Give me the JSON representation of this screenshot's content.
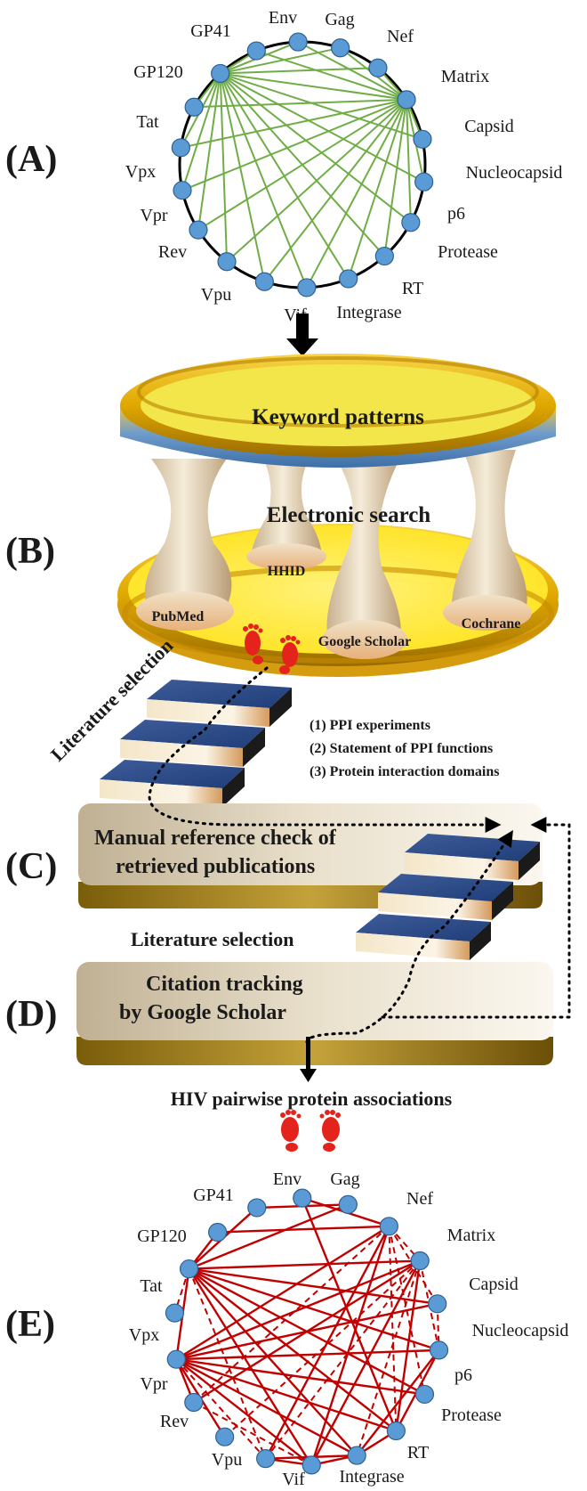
{
  "section_labels": {
    "a": "(A)",
    "b": "(B)",
    "c": "(C)",
    "d": "(D)",
    "e": "(E)"
  },
  "proteins": [
    "Gag",
    "Nef",
    "Matrix",
    "Capsid",
    "Nucleocapsid",
    "p6",
    "Protease",
    "RT",
    "Integrase",
    "Vif",
    "Vpu",
    "Rev",
    "Vpr",
    "Vpx",
    "Tat",
    "GP120",
    "GP41",
    "Env"
  ],
  "network_a": {
    "hubs": [
      "GP120",
      "Matrix"
    ],
    "colors": {
      "node": "#5b9bd5",
      "edge": "#70ad47",
      "ring": "#000000"
    }
  },
  "search": {
    "top_label": "Keyword patterns",
    "title": "Electronic search",
    "databases": [
      "PubMed",
      "HHID",
      "Google Scholar",
      "Cochrane"
    ]
  },
  "literature_selection_top": "Literature selection",
  "criteria": [
    "(1) PPI experiments",
    "(2) Statement of PPI functions",
    "(3) Protein interaction domains"
  ],
  "step_c": {
    "line1": "Manual reference check of",
    "line2": "retrieved publications"
  },
  "literature_selection_mid": "Literature selection",
  "step_d": {
    "line1": "Citation tracking",
    "line2": "by Google Scholar"
  },
  "output_label": "HIV pairwise protein associations",
  "network_e": {
    "colors": {
      "node": "#5b9bd5",
      "edge": "#c00000"
    },
    "solid_edges": [
      [
        "Gag",
        "Tat"
      ],
      [
        "Gag",
        "GP41"
      ],
      [
        "Env",
        "Nef"
      ],
      [
        "Env",
        "Protease"
      ],
      [
        "Nef",
        "GP120"
      ],
      [
        "Nef",
        "Integrase"
      ],
      [
        "Nef",
        "Vpr"
      ],
      [
        "Nef",
        "Vif"
      ],
      [
        "Matrix",
        "Tat"
      ],
      [
        "Matrix",
        "Vpr"
      ],
      [
        "Matrix",
        "Protease"
      ],
      [
        "Matrix",
        "Integrase"
      ],
      [
        "Matrix",
        "Rev"
      ],
      [
        "Capsid",
        "Tat"
      ],
      [
        "Capsid",
        "Vpr"
      ],
      [
        "Nucleocapsid",
        "Tat"
      ],
      [
        "Nucleocapsid",
        "Vpr"
      ],
      [
        "Nucleocapsid",
        "Protease"
      ],
      [
        "Nucleocapsid",
        "RT"
      ],
      [
        "p6",
        "Vpr"
      ],
      [
        "p6",
        "Tat"
      ],
      [
        "Protease",
        "Vpr"
      ],
      [
        "Protease",
        "Tat"
      ],
      [
        "Protease",
        "RT"
      ],
      [
        "RT",
        "Vpr"
      ],
      [
        "RT",
        "Integrase"
      ],
      [
        "RT",
        "Tat"
      ],
      [
        "RT",
        "Vif"
      ],
      [
        "Integrase",
        "Tat"
      ],
      [
        "Integrase",
        "Vpr"
      ],
      [
        "Integrase",
        "Vif"
      ],
      [
        "Tat",
        "GP120"
      ],
      [
        "Tat",
        "GP41"
      ],
      [
        "Tat",
        "Vpr"
      ],
      [
        "Vpr",
        "Vpu"
      ],
      [
        "Vpr",
        "Rev"
      ]
    ],
    "dashed_edges": [
      [
        "Nef",
        "Matrix"
      ],
      [
        "Nef",
        "Protease"
      ],
      [
        "Nef",
        "Capsid"
      ],
      [
        "Nef",
        "p6"
      ],
      [
        "Nef",
        "Rev"
      ],
      [
        "Matrix",
        "Vif"
      ],
      [
        "Matrix",
        "RT"
      ],
      [
        "Matrix",
        "Nucleocapsid"
      ],
      [
        "Matrix",
        "Vpu"
      ],
      [
        "Tat",
        "Vif"
      ],
      [
        "Tat",
        "Vpx"
      ],
      [
        "Vpr",
        "Vif"
      ],
      [
        "Rev",
        "Integrase"
      ],
      [
        "Capsid",
        "Nucleocapsid"
      ]
    ]
  }
}
